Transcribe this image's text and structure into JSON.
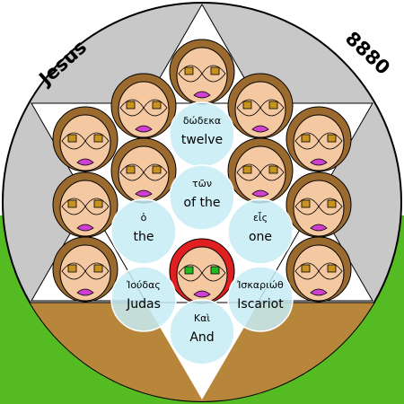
{
  "corner_left": "Jesus",
  "corner_right": "8880",
  "words": [
    {
      "greek": "δώδεκα",
      "english": "twelve"
    },
    {
      "greek": "τῶν",
      "english": "of the"
    },
    {
      "greek": "ὁ",
      "english": "the"
    },
    {
      "greek": "εἷς",
      "english": "one"
    },
    {
      "greek": "Ἰούδας",
      "english": "Judas"
    },
    {
      "greek": "Ἰσκαριώθ",
      "english": "Iscariot"
    },
    {
      "greek": "Καὶ",
      "english": "And"
    }
  ],
  "colors": {
    "sky": "#ffffff",
    "grass": "#55bb22",
    "disc": "#c8c8c8",
    "star": "#ffffff",
    "ground": "#b8863a",
    "word_circle": "#c6ecf5",
    "face": "#f4c8a0",
    "hair": "#9b6a2f",
    "highlight": "#e02020"
  }
}
